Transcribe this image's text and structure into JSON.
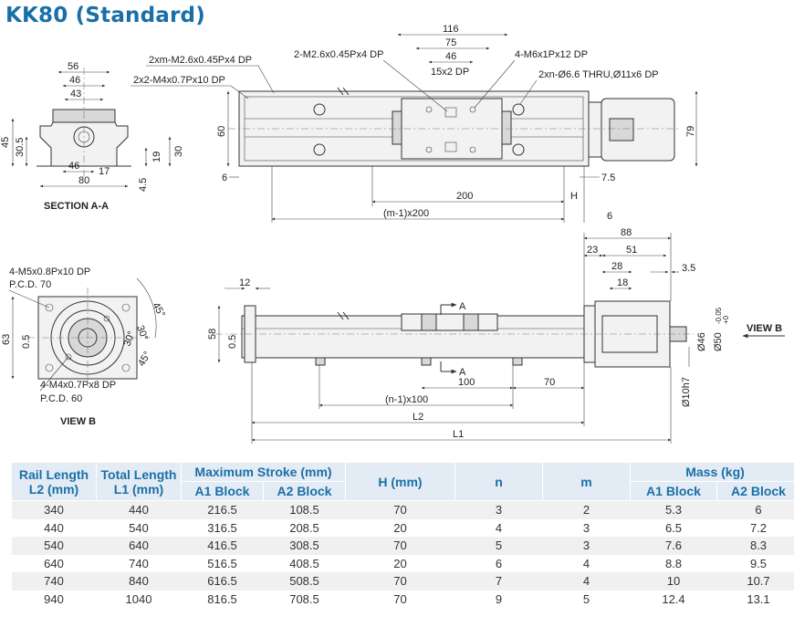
{
  "title": "KK80 (Standard)",
  "section": {
    "label": "SECTION A-A",
    "dims": {
      "d56": "56",
      "d46": "46",
      "d43": "43",
      "d45": "45",
      "d30_5": "30.5",
      "d19": "19",
      "d30": "30",
      "d46b": "46",
      "d17": "17",
      "d80": "80",
      "d4_5": "4.5"
    }
  },
  "top_view": {
    "notes": {
      "n1": "2xm-M2.6x0.45Px4 DP",
      "n2": "2x2-M4x0.7Px10 DP",
      "n3": "2-M2.6x0.45Px4 DP",
      "n4": "4-M6x1Px12 DP",
      "n5": "2xn-Ø6.6 THRU,Ø11x6 DP"
    },
    "dims": {
      "d116": "116",
      "d75": "75",
      "d46": "46",
      "d15": "15x2 DP",
      "d60": "60",
      "d79": "79",
      "d6a": "6",
      "d7_5": "7.5",
      "d200": "200",
      "dH": "H",
      "dm": "(m-1)x200",
      "d6b": "6"
    }
  },
  "view_b": {
    "label": "VIEW B",
    "notes": {
      "n1": "4-M5x0.8Px10 DP",
      "n2": "P.C.D. 70",
      "n3": "4-M4x0.7Px8 DP",
      "n4": "P.C.D. 60"
    },
    "dims": {
      "d63": "63",
      "d0_5": "0.5",
      "a45a": "45°",
      "a30a": "30°",
      "a30b": "30°",
      "a45b": "45°"
    }
  },
  "front_view": {
    "view_b_arrow": "VIEW B",
    "section_a1": "A",
    "section_a2": "A",
    "dims": {
      "d88": "88",
      "d23": "23",
      "d51": "51",
      "d28": "28",
      "d3_5": "3.5",
      "d18": "18",
      "d12": "12",
      "d58": "58",
      "d0_5": "0.5",
      "d46": "Ø46",
      "d50": "Ø50",
      "d50tol": "-0.05",
      "d50tol2": "+0",
      "d10": "Ø10h7",
      "d100": "100",
      "d70": "70",
      "dn": "(n-1)x100",
      "dL2": "L2",
      "dL1": "L1"
    }
  },
  "table": {
    "headers": {
      "rail": "Rail Length",
      "rail2": "L2 (mm)",
      "total": "Total Length",
      "total2": "L1 (mm)",
      "stroke": "Maximum  Stroke (mm)",
      "a1": "A1 Block",
      "a2": "A2 Block",
      "h": "H (mm)",
      "n": "n",
      "m": "m",
      "mass": "Mass (kg)",
      "ma1": "A1 Block",
      "ma2": "A2 Block"
    },
    "rows": [
      [
        "340",
        "440",
        "216.5",
        "108.5",
        "70",
        "3",
        "2",
        "5.3",
        "6"
      ],
      [
        "440",
        "540",
        "316.5",
        "208.5",
        "20",
        "4",
        "3",
        "6.5",
        "7.2"
      ],
      [
        "540",
        "640",
        "416.5",
        "308.5",
        "70",
        "5",
        "3",
        "7.6",
        "8.3"
      ],
      [
        "640",
        "740",
        "516.5",
        "408.5",
        "20",
        "6",
        "4",
        "8.8",
        "9.5"
      ],
      [
        "740",
        "840",
        "616.5",
        "508.5",
        "70",
        "7",
        "4",
        "10",
        "10.7"
      ],
      [
        "940",
        "1040",
        "816.5",
        "708.5",
        "70",
        "9",
        "5",
        "12.4",
        "13.1"
      ]
    ]
  }
}
